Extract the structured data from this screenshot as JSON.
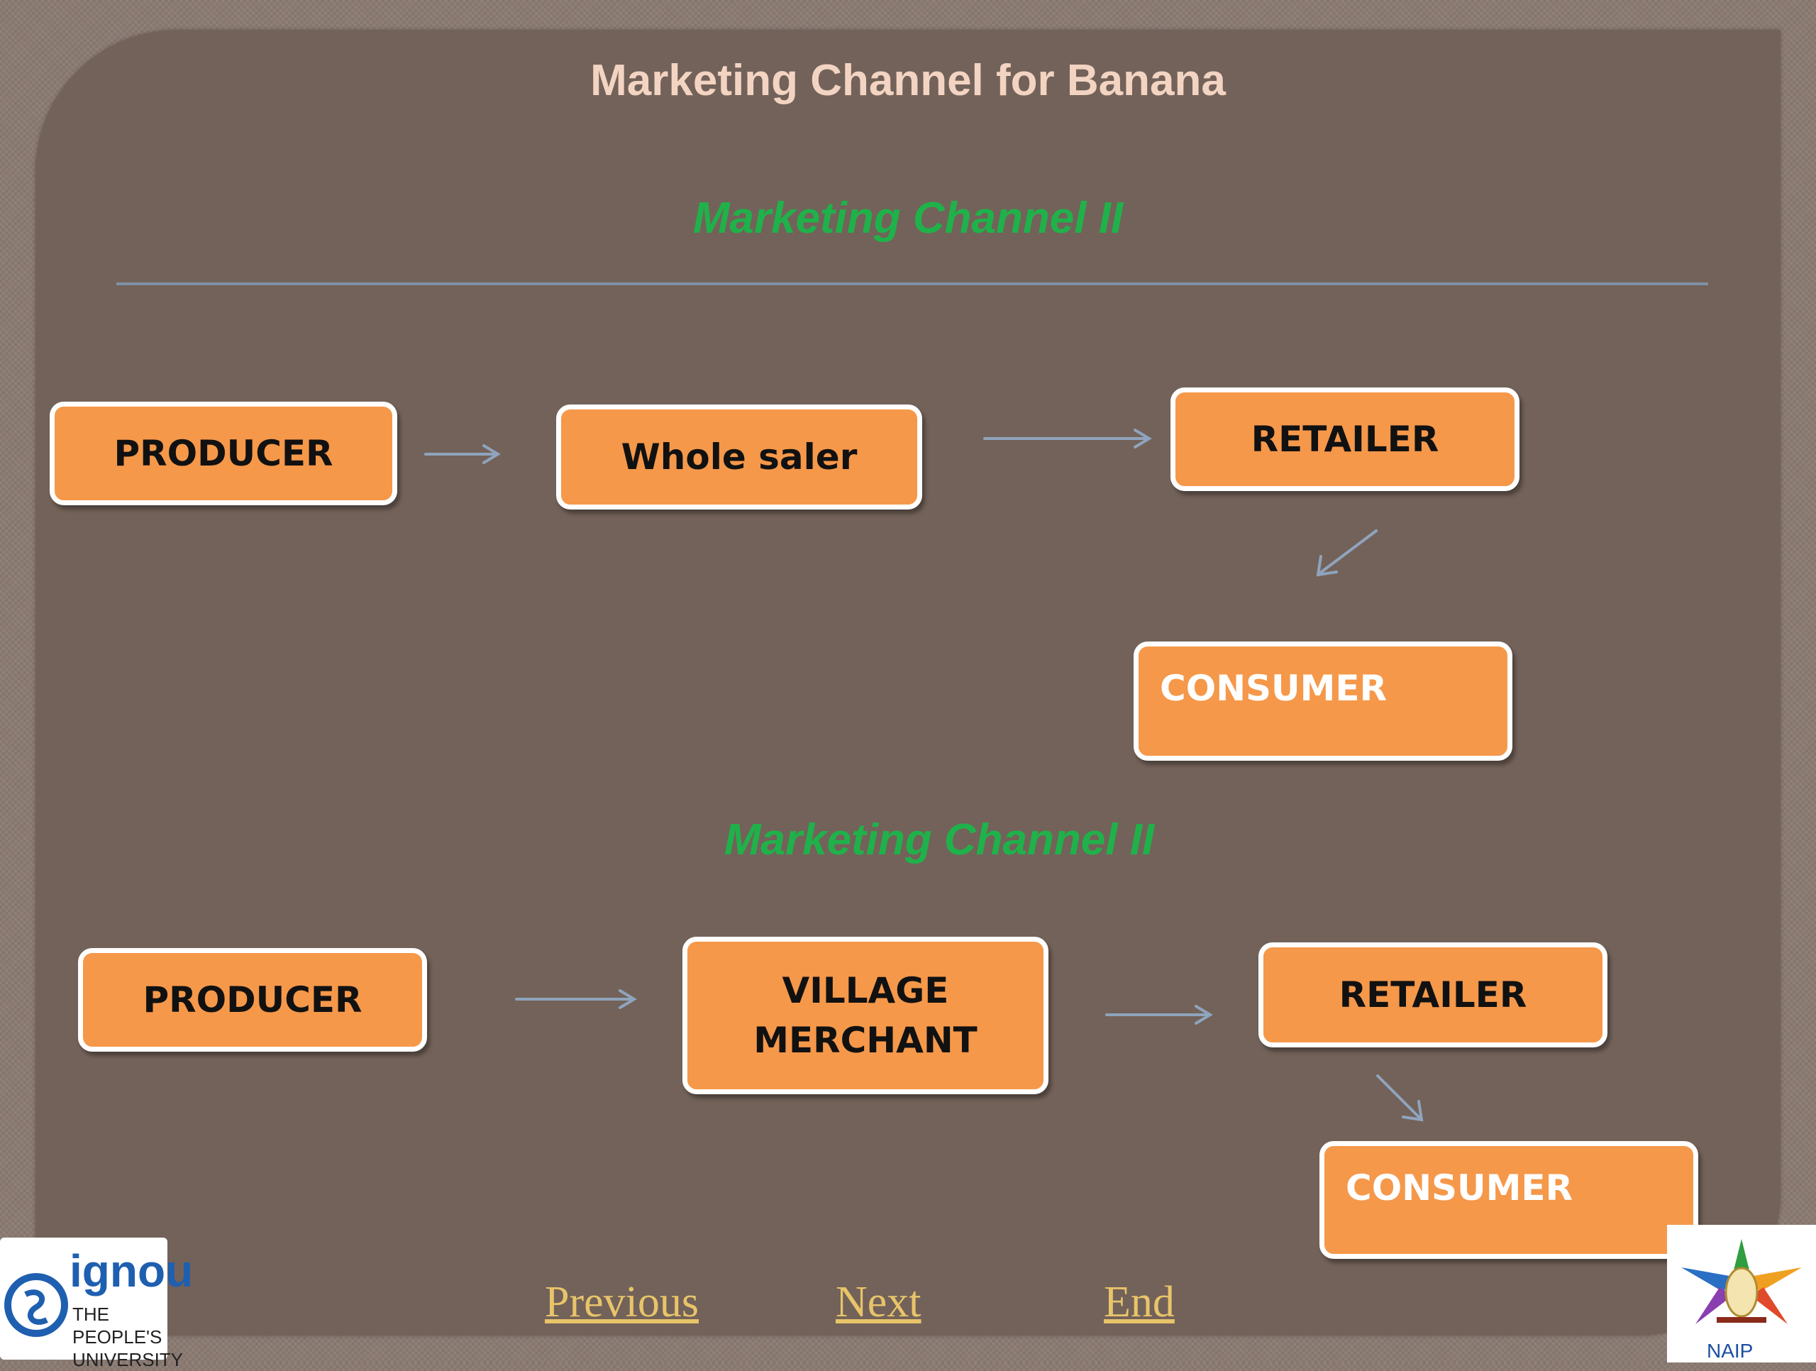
{
  "title": "Marketing Channel for Banana",
  "channel_top": {
    "heading": "Marketing Channel II",
    "nodes": [
      "PRODUCER",
      "Whole saler",
      "RETAILER",
      "CONSUMER"
    ]
  },
  "channel_bottom": {
    "heading": "Marketing Channel II",
    "nodes": [
      "PRODUCER",
      "VILLAGE\nMERCHANT",
      "RETAILER",
      "CONSUMER"
    ]
  },
  "nav": {
    "previous": "Previous ",
    "next": "Next",
    "end": "End"
  },
  "logos": {
    "left_word": "ignou",
    "left_tag_1": "THE PEOPLE'S",
    "left_tag_2": "UNIVERSITY",
    "right_word": "NAIP"
  },
  "colors": {
    "slide_bg": "#736259",
    "box_fill": "#f5984a",
    "box_border": "#ffffff",
    "heading_green": "#1fb24a",
    "title": "#f3d4c2",
    "arrow": "#8fa4bd",
    "nav_link": "#e8c46a"
  }
}
